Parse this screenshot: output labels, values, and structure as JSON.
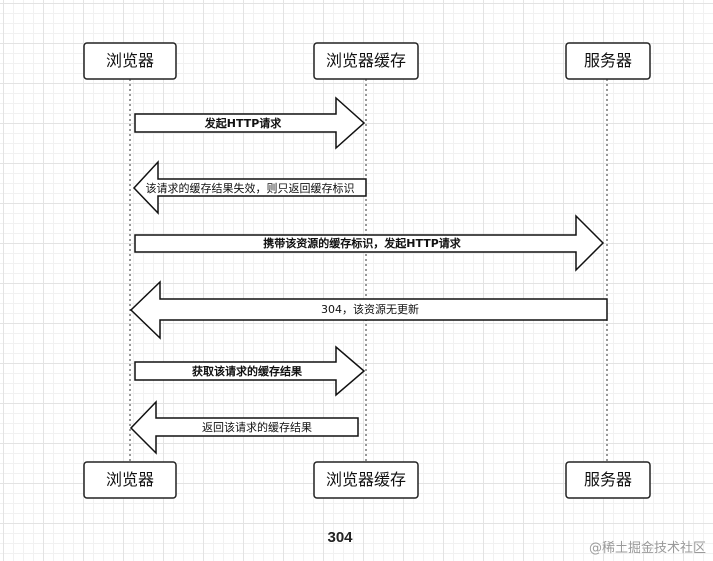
{
  "participants": [
    {
      "id": "browser",
      "label": "浏览器"
    },
    {
      "id": "cache",
      "label": "浏览器缓存"
    },
    {
      "id": "server",
      "label": "服务器"
    }
  ],
  "messages": [
    {
      "from": "browser",
      "to": "cache",
      "label": "发起HTTP请求",
      "style": "thin-bold-label"
    },
    {
      "from": "cache",
      "to": "browser",
      "label": "该请求的缓存结果失效，则只返回缓存标识",
      "style": "thin"
    },
    {
      "from": "browser",
      "to": "server",
      "label": "携带该资源的缓存标识，发起HTTP请求",
      "style": "thin-bold-label"
    },
    {
      "from": "server",
      "to": "browser",
      "label": "304，该资源无更新",
      "style": "thick"
    },
    {
      "from": "browser",
      "to": "cache",
      "label": "获取该请求的缓存结果",
      "style": "thin-bold-label"
    },
    {
      "from": "cache",
      "to": "browser",
      "label": "返回该请求的缓存结果",
      "style": "thin"
    }
  ],
  "caption": "304",
  "watermark": "@稀土掘金技术社区"
}
